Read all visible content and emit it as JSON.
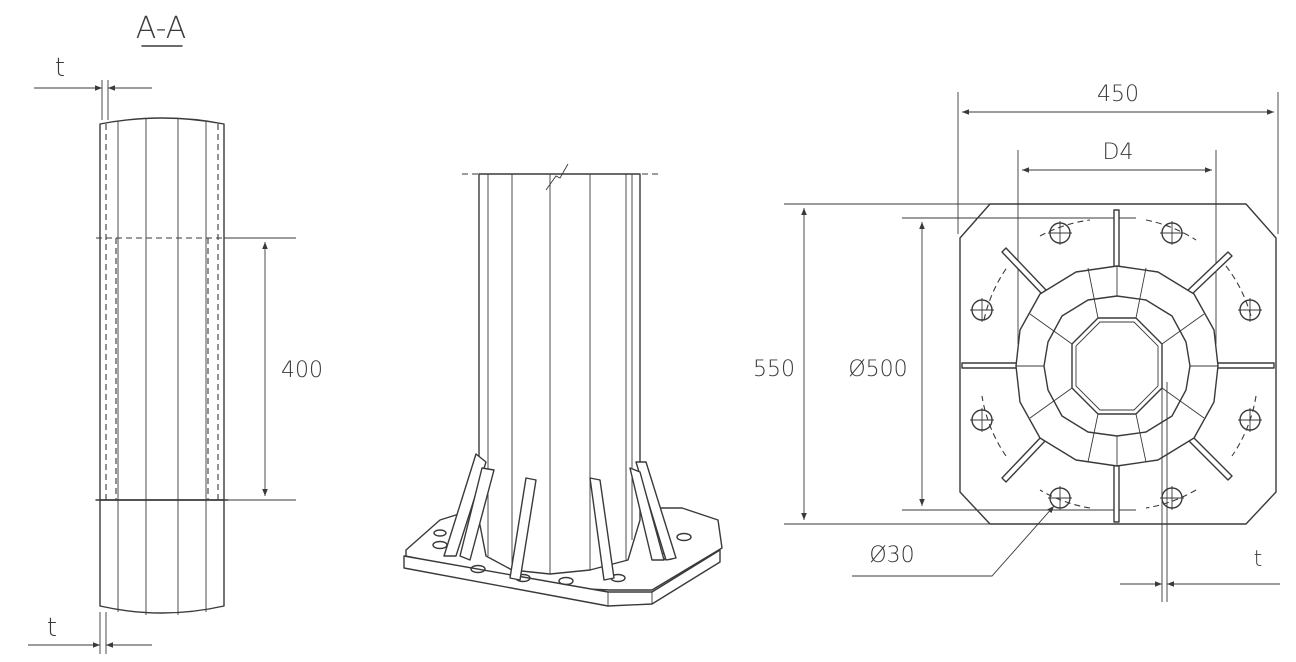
{
  "section": {
    "title": "A-A"
  },
  "dimensions": {
    "t_top": "t",
    "t_bottom": "t",
    "t_plan": "t",
    "length_400": "400",
    "width_450": "450",
    "height_550": "550",
    "diameter_500": "Ø500",
    "hole_30": "Ø30",
    "d4": "D4"
  }
}
